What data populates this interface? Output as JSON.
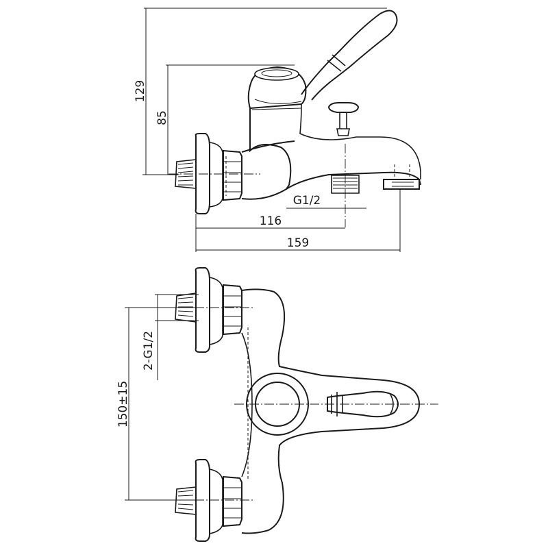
{
  "dimensions": {
    "height_total": "129",
    "height_lever": "85",
    "thread_outlet": "G1/2",
    "spout_outlet_distance": "116",
    "overall_length": "159",
    "inlet_thread": "2-G1/2",
    "inlet_spacing": "150±15"
  },
  "colors": {
    "line": "#1a1a1a",
    "background": "#ffffff"
  }
}
